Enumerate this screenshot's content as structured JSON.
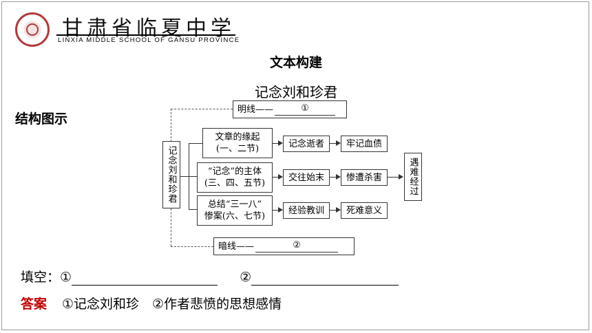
{
  "header": {
    "school_cn": "甘肃省临夏中学",
    "school_en": "LINXIA MIDDLE SCHOOL OF GANSU PROVINCE"
  },
  "main": {
    "title": "文本构建",
    "subtitle": "记念刘和珍君",
    "structure_label": "结构图示"
  },
  "diagram": {
    "root": "记念刘和珍君",
    "bright_line_label": "明线——",
    "bright_line_blank": "①",
    "dark_line_label": "暗线——",
    "dark_line_blank": "②",
    "rows": [
      {
        "part": "文章的缘起\n(一、二节)",
        "event": "记念逝者",
        "result": "牢记血债"
      },
      {
        "part": "“记念”的主体\n(三、四、五节)",
        "event": "交往始末",
        "result": "惨遭杀害"
      },
      {
        "part": "总结“三一八”\n惨案(六、七节)",
        "event": "经验教训",
        "result": "死难意义"
      }
    ],
    "outcome": "遇难经过"
  },
  "exercise": {
    "fill_label": "填空：",
    "blank1": "①",
    "blank2": "②",
    "answer_tag": "答案",
    "answer_text": "①记念刘和珍　②作者悲愤的思想感情"
  },
  "colors": {
    "answer_tag": "#c00000",
    "seal": "#b23a3a"
  }
}
